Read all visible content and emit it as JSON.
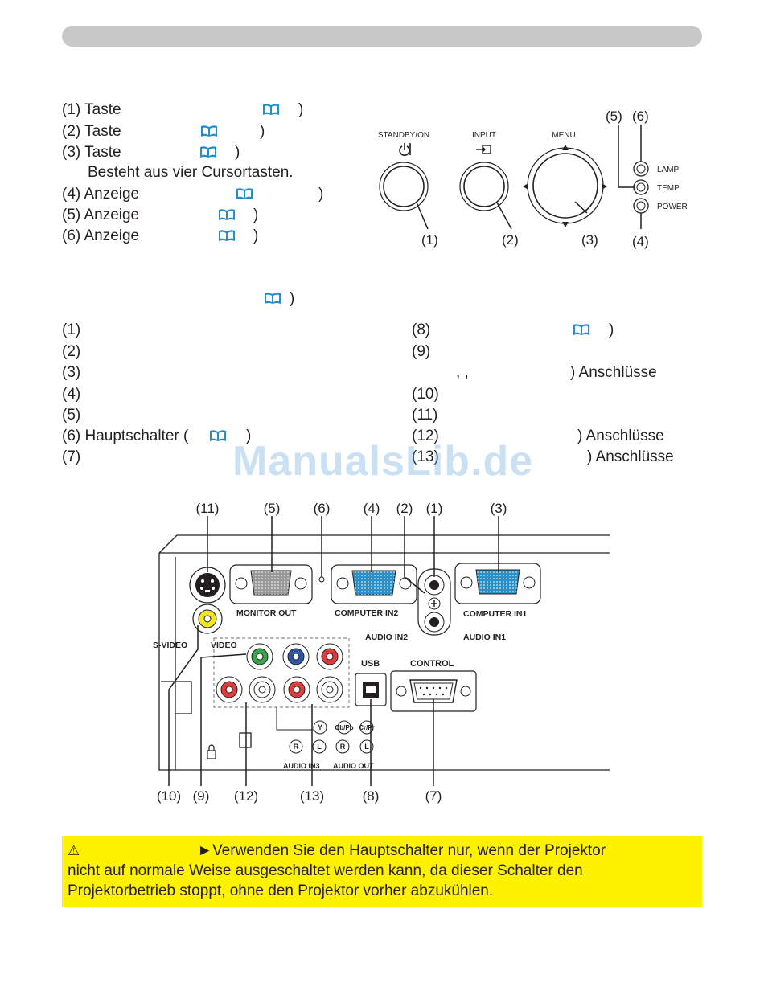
{
  "control_panel": {
    "list": [
      {
        "label": "(1) Taste",
        "close": ")"
      },
      {
        "label": "(2) Taste",
        "close": ")"
      },
      {
        "label": "(3) Taste",
        "close": ")"
      },
      {
        "label": "Besteht aus vier Cursortasten."
      },
      {
        "label": "(4) Anzeige",
        "close": ")"
      },
      {
        "label": "(5) Anzeige",
        "close": ")"
      },
      {
        "label": "(6) Anzeige",
        "close": ")"
      }
    ],
    "diagram": {
      "standby_label": "STANDBY/ON",
      "input_label": "INPUT",
      "menu_label": "MENU",
      "lamp_label": "LAMP",
      "temp_label": "TEMP",
      "power_label": "POWER",
      "callouts": [
        "(1)",
        "(2)",
        "(3)",
        "(4)",
        "(5)",
        "(6)"
      ]
    }
  },
  "rear_panel": {
    "ref_close": ")",
    "left_list": [
      {
        "label": "(1)"
      },
      {
        "label": "(2)"
      },
      {
        "label": "(3)"
      },
      {
        "label": "(4)"
      },
      {
        "label": "(5)"
      },
      {
        "label": "(6) Hauptschalter (",
        "close": ")"
      },
      {
        "label": "(7)"
      }
    ],
    "right_list": [
      {
        "label": "(8)",
        "close": ")"
      },
      {
        "label": "(9)"
      },
      {
        "label": "",
        "mid": ",            ,",
        "tail": ") Anschlüsse"
      },
      {
        "label": "(10)"
      },
      {
        "label": "(11)"
      },
      {
        "label": "(12)",
        "tail": ") Anschlüsse"
      },
      {
        "label": "(13)",
        "tail": ") Anschlüsse"
      }
    ],
    "diagram": {
      "top_callouts": [
        "(11)",
        "(5)",
        "(6)",
        "(4)",
        "(2)",
        "(1)",
        "(3)"
      ],
      "bottom_callouts": [
        "(10)",
        "(9)",
        "(12)",
        "(13)",
        "(8)",
        "(7)"
      ],
      "labels": {
        "monitor_out": "MONITOR OUT",
        "computer_in2": "COMPUTER IN2",
        "computer_in1": "COMPUTER IN1",
        "audio_in2": "AUDIO IN2",
        "audio_in1": "AUDIO IN1",
        "s_video": "S-VIDEO",
        "video": "VIDEO",
        "usb": "USB",
        "control": "CONTROL",
        "y": "Y",
        "cb_pb": "Cb/Pb",
        "cr_pr": "Cr/Pr",
        "r": "R",
        "l": "L",
        "audio_in3": "AUDIO IN3",
        "audio_out": "AUDIO OUT"
      }
    }
  },
  "watermark": "ManualsLib.de",
  "warning": {
    "icon": "⚠",
    "arrow": "►",
    "line1": "Verwenden Sie den Hauptschalter nur, wenn der Projektor",
    "line2": "nicht auf normale Weise ausgeschaltet werden kann, da dieser Schalter den",
    "line3": "Projektorbetrieb stoppt, ohne den Projektor vorher abzukühlen."
  },
  "colors": {
    "book_icon": "#1f8fd0",
    "warning_bg": "#fff200",
    "header_bar": "#c8c8c8",
    "connector_blue": "#2a8fc4"
  }
}
